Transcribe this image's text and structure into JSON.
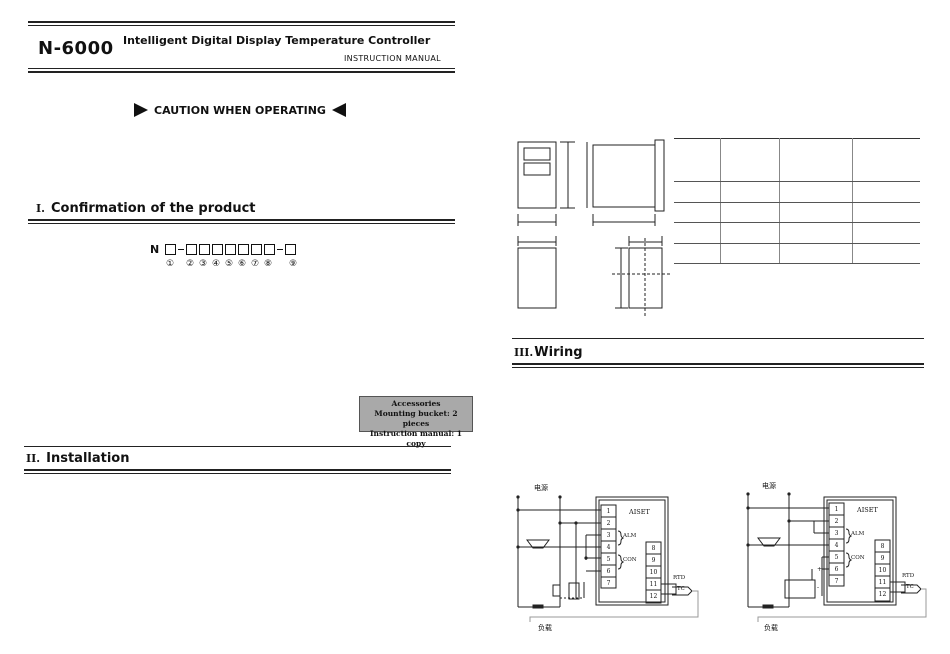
{
  "header": {
    "brand": "N-6000",
    "subtitle": "Intelligent Digital Display Temperature Controller",
    "manual_label": "INSTRUCTION  MANUAL"
  },
  "caution": {
    "text": "CAUTION WHEN OPERATING"
  },
  "sections": {
    "s1": {
      "num": "I.",
      "title": "Confirmation of the product"
    },
    "s2": {
      "num": "II.",
      "title": "Installation"
    },
    "s3": {
      "num": "III.",
      "title": "Wiring"
    }
  },
  "model_code": {
    "prefix": "N",
    "markers": [
      "①",
      "②",
      "③",
      "④",
      "⑤",
      "⑥",
      "⑦",
      "⑧",
      "⑨"
    ]
  },
  "accessories": {
    "title": "Accessories",
    "line1": "Mounting bucket: 2 pieces",
    "line2": "Instruction manual: 1 copy"
  },
  "wiring": {
    "left": {
      "power": "电源",
      "load": "负载",
      "device": "AISET",
      "alm": "ALM",
      "con": "CON",
      "rtd": "RTD",
      "tc": "TC",
      "terminals_a": [
        "1",
        "2",
        "3",
        "4",
        "5",
        "6",
        "7"
      ],
      "terminals_b": [
        "8",
        "9",
        "10",
        "11",
        "12"
      ]
    },
    "right": {
      "power": "电源",
      "load": "负载",
      "device": "AISET",
      "alm": "ALM",
      "con": "CON",
      "rtd": "RTD",
      "tc": "TC",
      "plus": "+",
      "minus": "-",
      "terminals_a": [
        "1",
        "2",
        "3",
        "4",
        "5",
        "6",
        "7"
      ],
      "terminals_b": [
        "8",
        "9",
        "10",
        "11",
        "12"
      ]
    }
  }
}
